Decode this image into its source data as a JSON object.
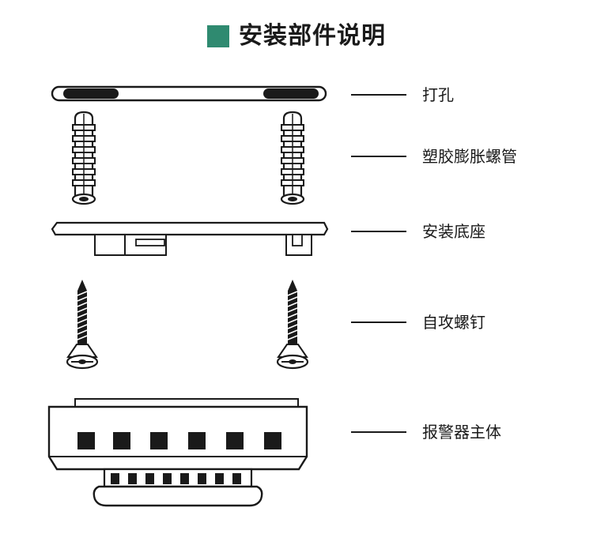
{
  "title": "安装部件说明",
  "accent_color": "#2f8a70",
  "parts": [
    {
      "label": "打孔",
      "icon": "drill-hole-icon"
    },
    {
      "label": "塑胶膨胀螺管",
      "icon": "wall-anchor-icon"
    },
    {
      "label": "安装底座",
      "icon": "mounting-base-icon"
    },
    {
      "label": "自攻螺钉",
      "icon": "tapping-screw-icon"
    },
    {
      "label": "报警器主体",
      "icon": "alarm-body-icon"
    }
  ]
}
